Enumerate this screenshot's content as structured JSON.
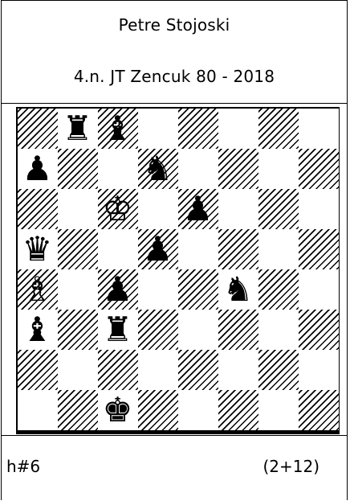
{
  "header": {
    "author": "Petre  Stojoski",
    "source": "4.n. JT  Zencuk 80 - 2018"
  },
  "footer": {
    "stipulation": "h#6",
    "piece_count": "(2+12)"
  },
  "board": {
    "pieces": [
      {
        "square": "b8",
        "color": "black",
        "type": "rook",
        "glyph": "♜"
      },
      {
        "square": "c8",
        "color": "black",
        "type": "bishop",
        "glyph": "♝"
      },
      {
        "square": "a7",
        "color": "black",
        "type": "pawn",
        "glyph": "♟"
      },
      {
        "square": "d7",
        "color": "black",
        "type": "knight",
        "glyph": "♞"
      },
      {
        "square": "c6",
        "color": "white",
        "type": "king",
        "glyph": "♔"
      },
      {
        "square": "e6",
        "color": "black",
        "type": "pawn",
        "glyph": "♟"
      },
      {
        "square": "a5",
        "color": "black",
        "type": "queen",
        "glyph": "♛"
      },
      {
        "square": "d5",
        "color": "black",
        "type": "pawn",
        "glyph": "♟"
      },
      {
        "square": "a4",
        "color": "white",
        "type": "bishop",
        "glyph": "♗"
      },
      {
        "square": "c4",
        "color": "black",
        "type": "pawn",
        "glyph": "♟"
      },
      {
        "square": "f4",
        "color": "black",
        "type": "knight",
        "glyph": "♞"
      },
      {
        "square": "a3",
        "color": "black",
        "type": "bishop",
        "glyph": "♝"
      },
      {
        "square": "c3",
        "color": "black",
        "type": "rook",
        "glyph": "♜"
      },
      {
        "square": "c1",
        "color": "black",
        "type": "king",
        "glyph": "♚"
      }
    ]
  }
}
